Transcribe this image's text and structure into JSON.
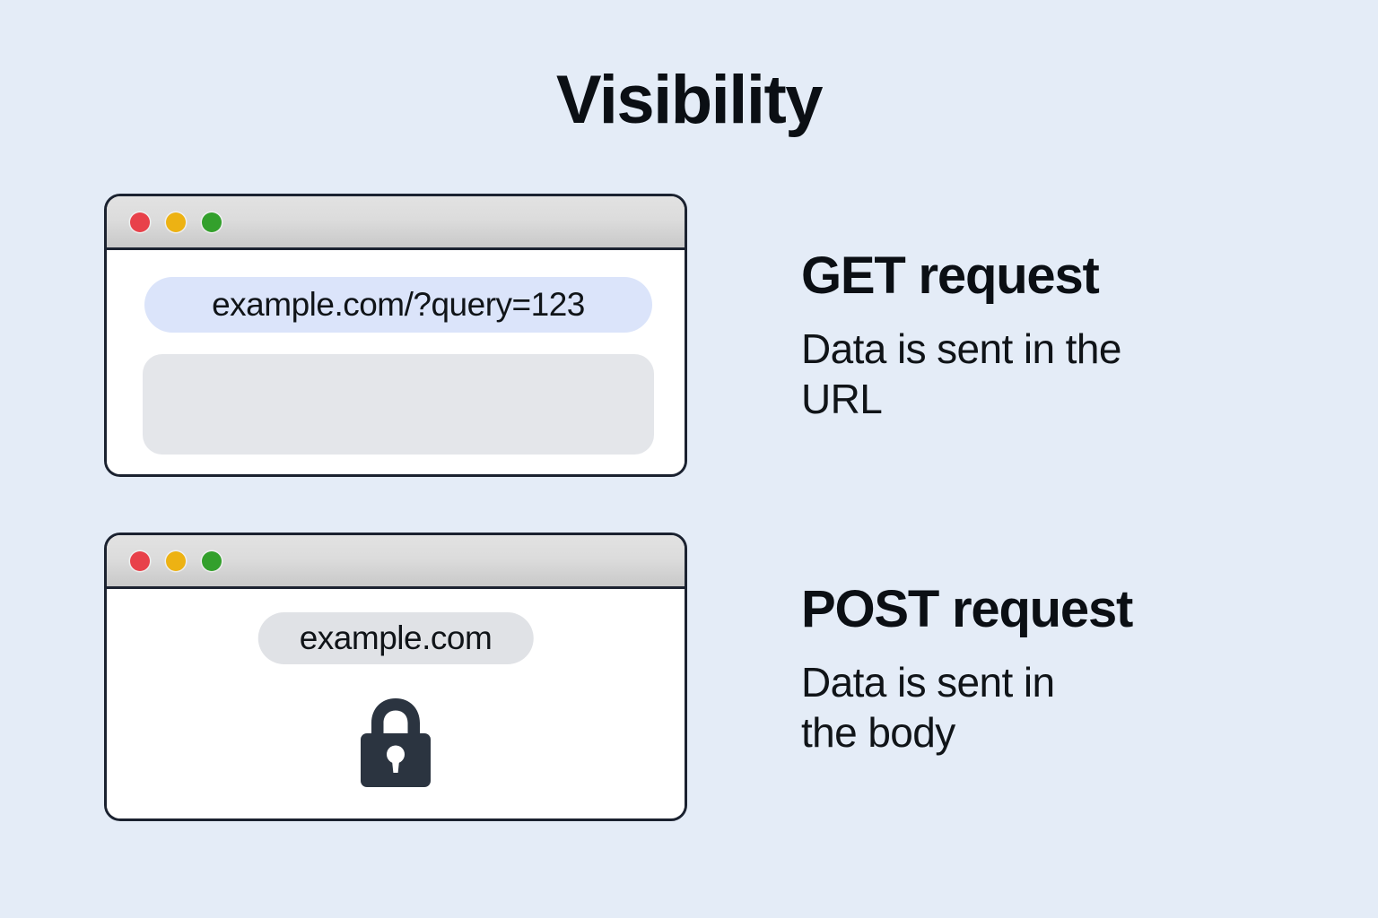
{
  "title": "Visibility",
  "background_color": "#e4ecf7",
  "windows": [
    {
      "id": "get",
      "traffic_lights": [
        {
          "name": "close",
          "color": "#e8414a"
        },
        {
          "name": "minimize",
          "color": "#edb213"
        },
        {
          "name": "maximize",
          "color": "#33a02c"
        }
      ],
      "url_bar": {
        "value": "example.com/?query=123",
        "background_color": "#dbe4fa",
        "text_color": "#101418"
      },
      "content_placeholder": {
        "background_color": "#e4e6ea"
      }
    },
    {
      "id": "post",
      "traffic_lights": [
        {
          "name": "close",
          "color": "#e8414a"
        },
        {
          "name": "minimize",
          "color": "#edb213"
        },
        {
          "name": "maximize",
          "color": "#33a02c"
        }
      ],
      "url_bar": {
        "value": "example.com",
        "background_color": "#e0e2e6",
        "text_color": "#101418"
      },
      "lock_icon": {
        "name": "lock-icon",
        "color": "#2b3440"
      }
    }
  ],
  "info": [
    {
      "heading": "GET request",
      "description": "Data is sent in the\nURL"
    },
    {
      "heading": "POST request",
      "description": "Data is sent in\nthe body"
    }
  ]
}
